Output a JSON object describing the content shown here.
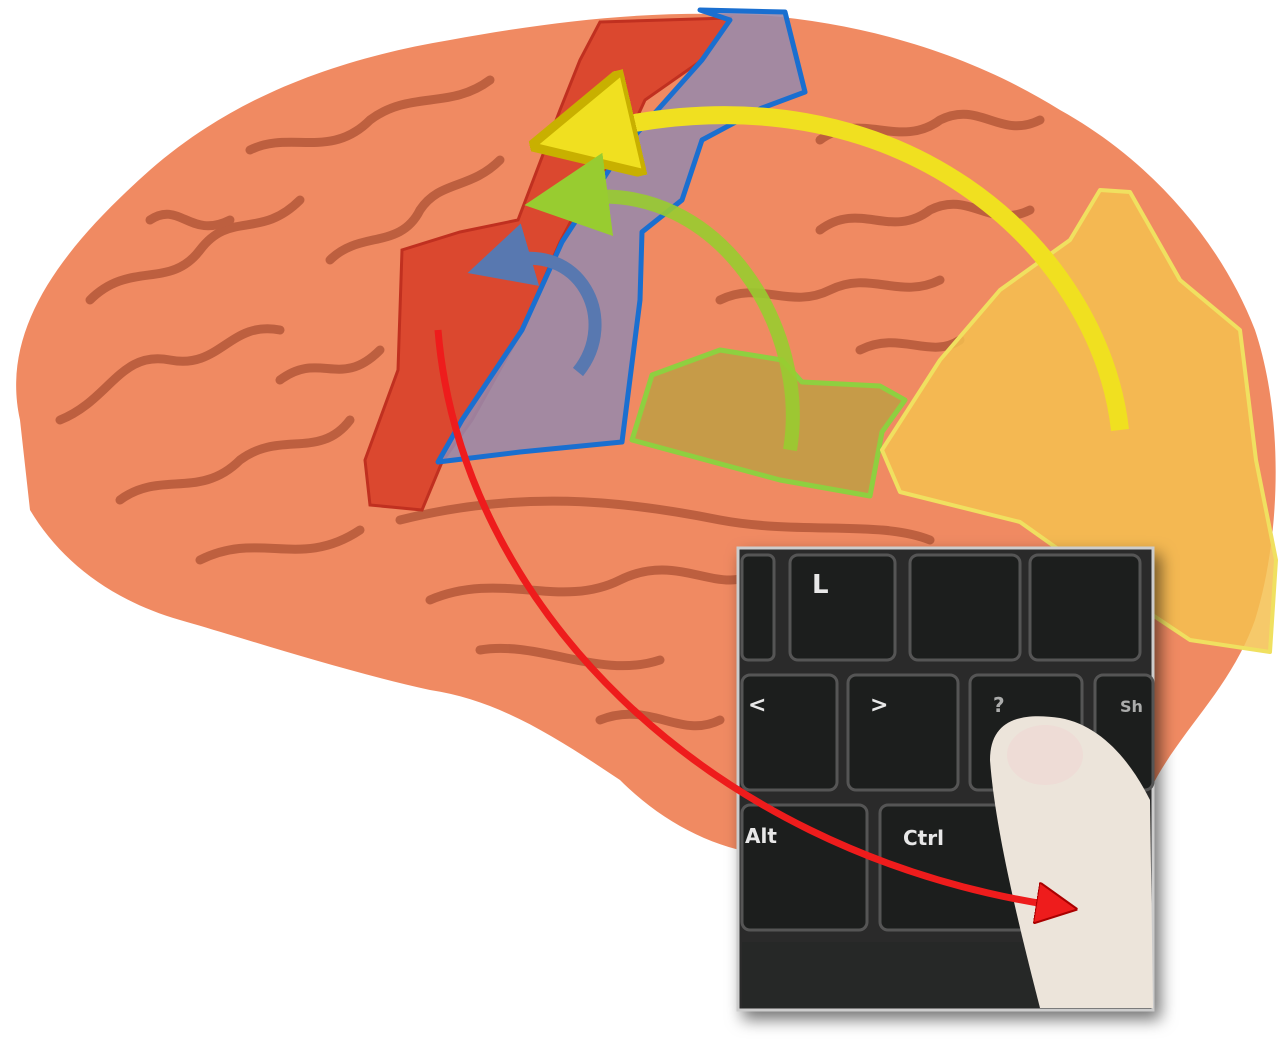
{
  "figure": {
    "colors": {
      "brain": "#f08a62",
      "brain_fold": "#b5583a",
      "motor_region": "#d8402a",
      "somatosensory_region": "#9a88a8",
      "somatosensory_outline": "#1a6fd0",
      "auditory_region": "#b8a040",
      "auditory_outline": "#8ed040",
      "visual_region": "#f5c050",
      "arrow_yellow": "#f0e020",
      "arrow_green": "#98cc30",
      "arrow_blue": "#5878b0",
      "arrow_red": "#ee1c1c"
    },
    "keyboard": {
      "keys": {
        "l": "L",
        "lt": "<",
        "gt": ">",
        "question": "?",
        "shift": "Sh",
        "alt": "Alt",
        "ctrl": "Ctrl"
      }
    }
  }
}
